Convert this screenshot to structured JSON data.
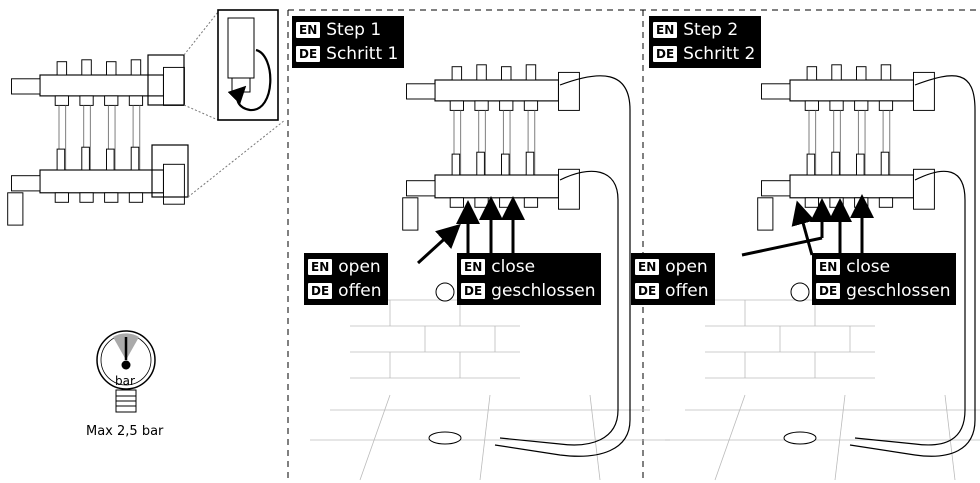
{
  "lang_tags": {
    "en": "EN",
    "de": "DE"
  },
  "step1": {
    "title_en": "Step 1",
    "title_de": "Schritt 1",
    "open_en": "open",
    "open_de": "offen",
    "close_en": "close",
    "close_de": "geschlossen"
  },
  "step2": {
    "title_en": "Step 2",
    "title_de": "Schritt 2",
    "open_en": "open",
    "open_de": "offen",
    "close_en": "close",
    "close_de": "geschlossen"
  },
  "gauge": {
    "unit": "bar",
    "max_label": "Max 2,5 bar"
  },
  "colors": {
    "line": "#000000",
    "light": "#999999",
    "gauge_zone": "#aaaaaa"
  }
}
